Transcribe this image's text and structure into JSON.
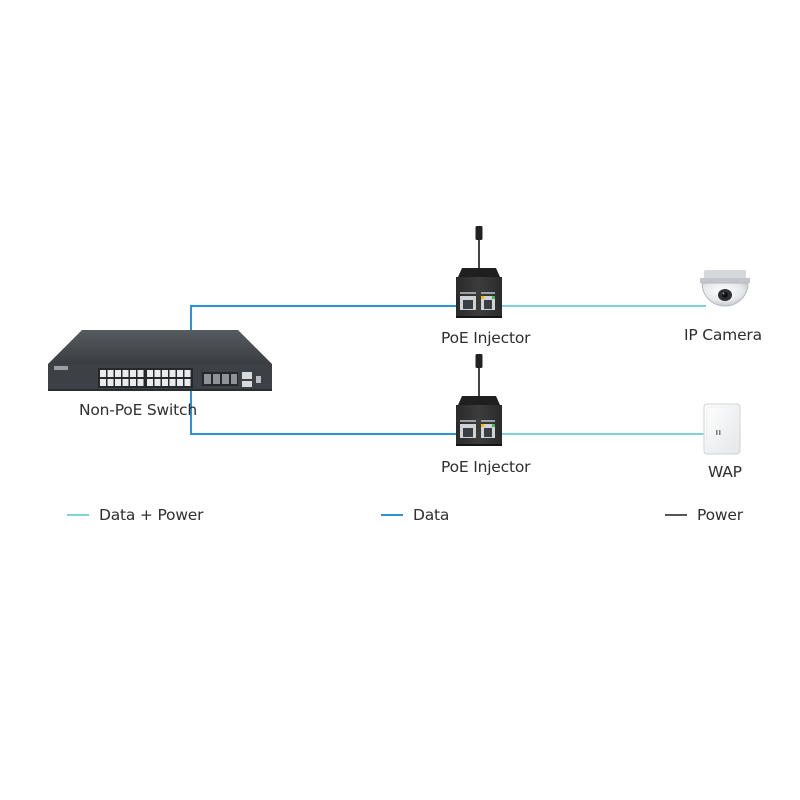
{
  "nodes": {
    "switch_label": "Non-PoE Switch",
    "injector_top_label": "PoE Injector",
    "injector_bottom_label": "PoE Injector",
    "camera_label": "IP Camera",
    "wap_label": "WAP"
  },
  "legend": [
    {
      "label": "Data + Power",
      "color": "#7dd3dd"
    },
    {
      "label": "Data",
      "color": "#2a92d6"
    },
    {
      "label": "Power",
      "color": "#555555"
    }
  ],
  "icons": [
    "network-switch-icon",
    "poe-injector-icon",
    "dome-camera-icon",
    "wireless-access-point-icon"
  ]
}
